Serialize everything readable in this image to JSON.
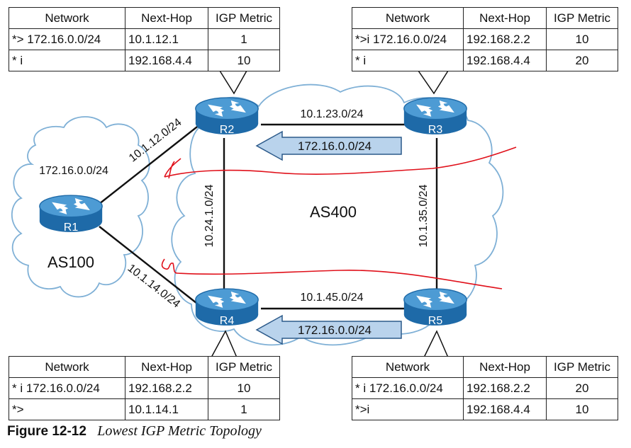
{
  "tables": {
    "r2": {
      "headers": [
        "Network",
        "Next-Hop",
        "IGP Metric"
      ],
      "rows": [
        [
          "*> 172.16.0.0/24",
          "10.1.12.1",
          "1"
        ],
        [
          "* i",
          "192.168.4.4",
          "10"
        ]
      ]
    },
    "r3": {
      "headers": [
        "Network",
        "Next-Hop",
        "IGP Metric"
      ],
      "rows": [
        [
          "*>i 172.16.0.0/24",
          "192.168.2.2",
          "10"
        ],
        [
          "* i",
          "192.168.4.4",
          "20"
        ]
      ]
    },
    "r4": {
      "headers": [
        "Network",
        "Next-Hop",
        "IGP Metric"
      ],
      "rows": [
        [
          "* i 172.16.0.0/24",
          "192.168.2.2",
          "10"
        ],
        [
          "*>",
          "10.1.14.1",
          "1"
        ]
      ]
    },
    "r5": {
      "headers": [
        "Network",
        "Next-Hop",
        "IGP Metric"
      ],
      "rows": [
        [
          "* i 172.16.0.0/24",
          "192.168.2.2",
          "20"
        ],
        [
          "*>i",
          "192.168.4.4",
          "10"
        ]
      ]
    }
  },
  "routers": {
    "r1": "R1",
    "r2": "R2",
    "r3": "R3",
    "r4": "R4",
    "r5": "R5"
  },
  "links": {
    "r1_r2": "10.1.12.0/24",
    "r1_r4": "10.1.14.0/24",
    "r2_r3": "10.1.23.0/24",
    "r2_r4": "10.24.1.0/24",
    "r3_r5": "10.1.35.0/24",
    "r4_r5": "10.1.45.0/24"
  },
  "arrows": {
    "top": "172.16.0.0/24",
    "bottom": "172.16.0.0/24"
  },
  "clouds": {
    "as100_prefix": "172.16.0.0/24",
    "as100_name": "AS100",
    "as400_name": "AS400"
  },
  "caption": {
    "figure": "Figure 12-12",
    "title": "Lowest IGP Metric Topology"
  },
  "colors": {
    "router_body": "#1e6aa8",
    "router_top": "#4d9bd4",
    "cloud_outline": "#7fb0d6",
    "arrow_fill": "#b9d3ec",
    "arrow_stroke": "#2c5a8a",
    "annotation": "#e0101a"
  }
}
